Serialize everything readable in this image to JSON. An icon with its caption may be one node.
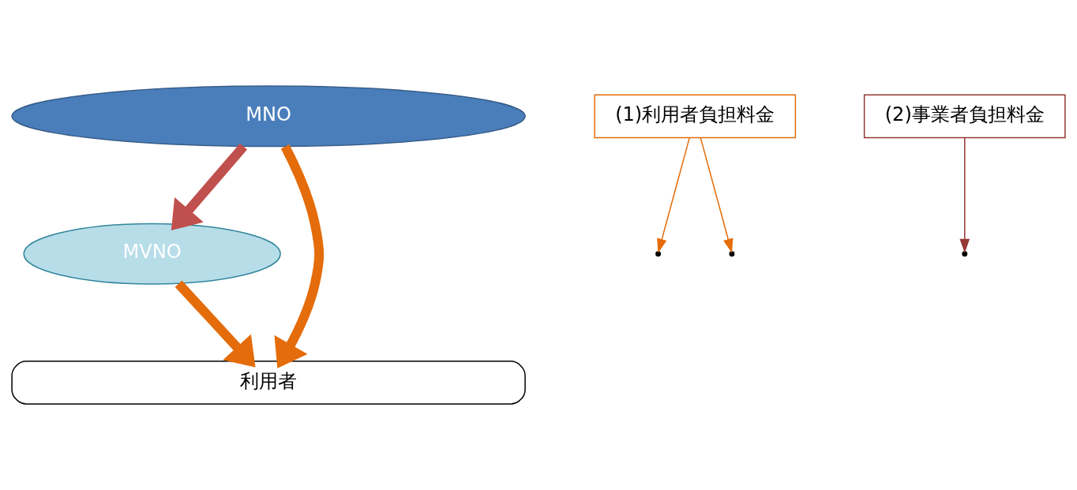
{
  "diagram": {
    "nodes": [
      {
        "text": [
          "MNO"
        ]
      },
      {
        "text": [
          "MVNO"
        ]
      },
      {
        "text": [
          "利用者"
        ]
      },
      {
        "text": [
          "(1)利用者負担料金"
        ]
      },
      {
        "text": [
          "(2)事業者負担料金"
        ]
      }
    ],
    "edges": [
      {
        "from": 0,
        "to": 2,
        "arrow": "to",
        "style": "thick",
        "color": "#e46c0a"
      },
      {
        "from": 0,
        "to": 1,
        "arrow": "to",
        "style": "thick",
        "color": "#c0504d"
      },
      {
        "from": 1,
        "to": 2,
        "arrow": "to",
        "style": "thick",
        "color": "#e46c0a"
      },
      {
        "from": 3,
        "to": null,
        "arrow": "to",
        "color": "#e46c0a"
      },
      {
        "from": 3,
        "to": null,
        "arrow": "to",
        "color": "#e46c0a"
      },
      {
        "from": 4,
        "to": null,
        "arrow": "to",
        "color": "#953735"
      }
    ]
  }
}
